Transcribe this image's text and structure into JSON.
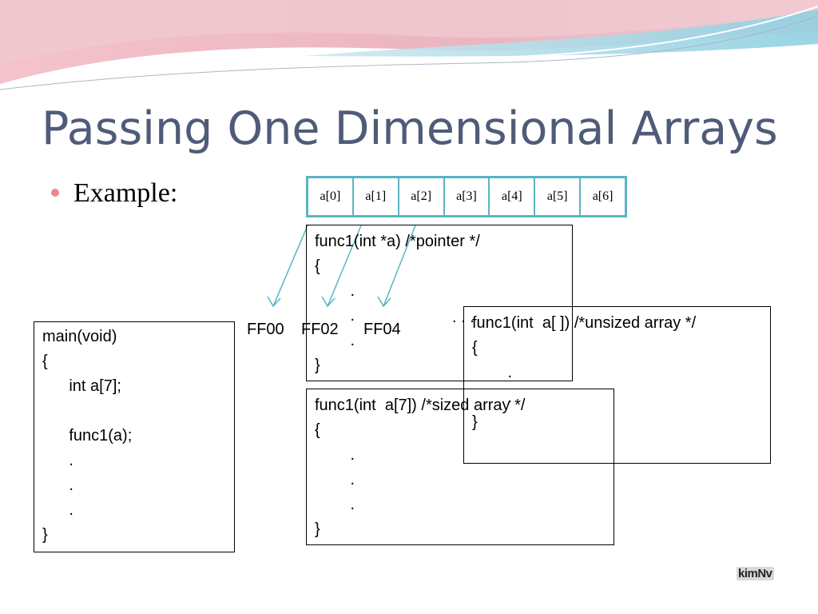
{
  "title": "Passing One Dimensional Arrays",
  "bullet": "Example:",
  "array_cells": [
    "a[0]",
    "a[1]",
    "a[2]",
    "a[3]",
    "a[4]",
    "a[5]",
    "a[6]"
  ],
  "addresses": [
    "FF00",
    "FF02",
    "FF04"
  ],
  "main_code": "main(void)\n{\n      int a[7];\n\n      func1(a);\n      .\n      .\n      .\n}",
  "pointer_code": "func1(int *a) /*pointer */\n{\n        .\n        .\n        .\n}",
  "sized_code": "func1(int  a[7]) /*sized array */\n{\n        .\n        .\n        .\n}",
  "unsized_code": "func1(int  a[ ]) /*unsized array */\n{\n        .\n        .\n}",
  "overlap_dots": ". . .",
  "logo": "kimNv",
  "colors": {
    "title": "#4f5b78",
    "array_border": "#5ab4c4",
    "bullet": "#e8898d"
  }
}
